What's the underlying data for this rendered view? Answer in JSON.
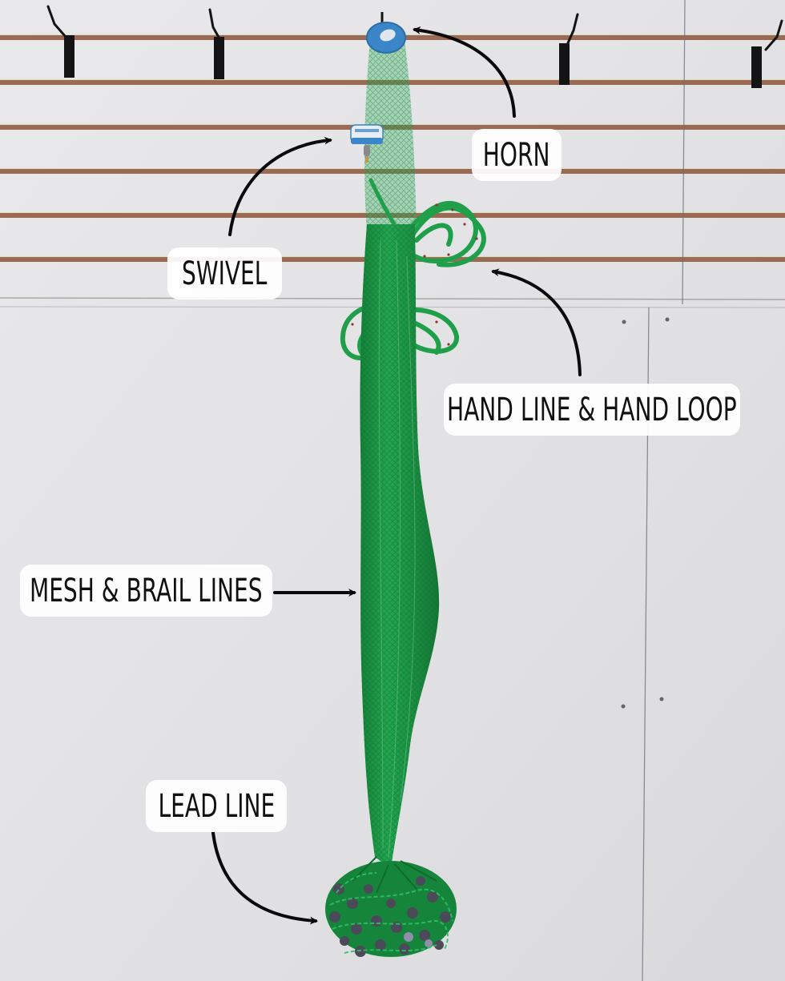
{
  "image": {
    "subject": "Cast net hanging on slatwall with labeled parts",
    "colors": {
      "wall": "#e4e4e6",
      "slat_groove": "#9a6a55",
      "net_green": "#1f9a48",
      "net_dark": "#137a35",
      "horn_blue": "#3b86c8",
      "lead_weights": "#4a4a58",
      "hook_black": "#141414",
      "label_bg": "#ffffff",
      "label_text": "#111111",
      "arrow": "#0a0a0a"
    }
  },
  "labels": {
    "horn": "HORN",
    "swivel": "SWIVEL",
    "hand_line": "HAND LINE & HAND LOOP",
    "mesh": "MESH & BRAIL LINES",
    "lead_line": "LEAD LINE"
  }
}
